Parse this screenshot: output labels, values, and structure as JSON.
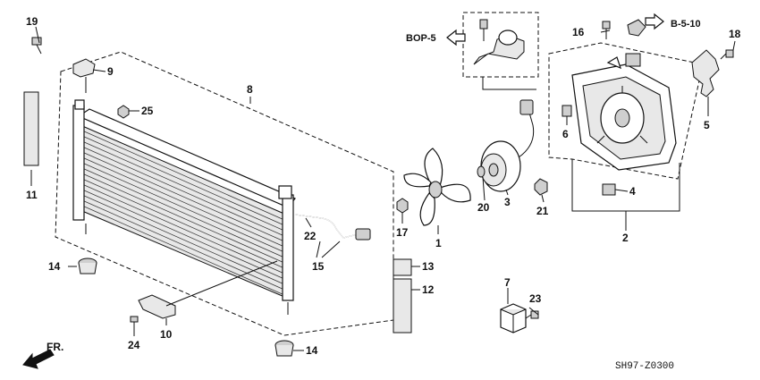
{
  "diagram": {
    "code": "SH97-Z0300",
    "direction_label": "FR.",
    "references": {
      "bop": "BOP-5",
      "b_ref": "B-5-10"
    },
    "callouts": {
      "c1": "1",
      "c2": "2",
      "c3": "3",
      "c4": "4",
      "c5": "5",
      "c6": "6",
      "c7": "7",
      "c8": "8",
      "c9": "9",
      "c10": "10",
      "c11": "11",
      "c12": "12",
      "c13": "13",
      "c14a": "14",
      "c14b": "14",
      "c15": "15",
      "c16": "16",
      "c17": "17",
      "c18": "18",
      "c19": "19",
      "c20": "20",
      "c21": "21",
      "c22": "22",
      "c23": "23",
      "c24": "24",
      "c25": "25"
    }
  }
}
